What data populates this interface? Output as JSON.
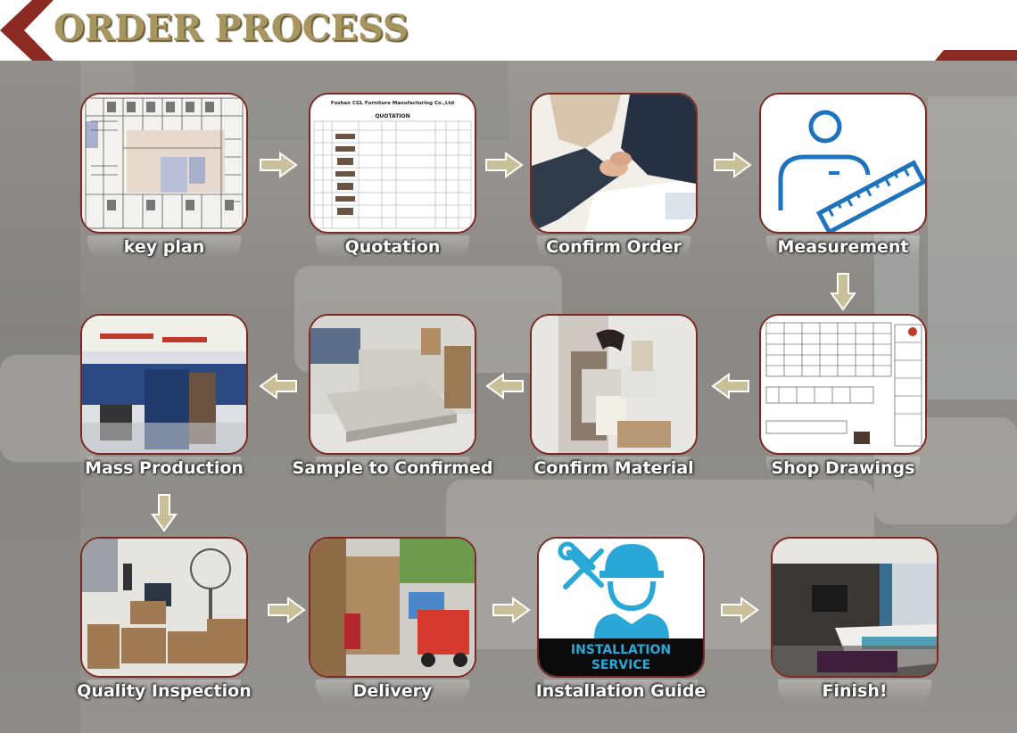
{
  "header": {
    "title": "ORDER PROCESS"
  },
  "steps": [
    {
      "id": "key-plan",
      "label": "key plan"
    },
    {
      "id": "quotation",
      "label": "Quotation",
      "doc_company": "Foshan CGL Furniture Manufacturing Co.,Ltd",
      "doc_heading": "QUOTATION"
    },
    {
      "id": "confirm-order",
      "label": "Confirm Order"
    },
    {
      "id": "measurement",
      "label": "Measurement"
    },
    {
      "id": "shop-drawings",
      "label": "Shop Drawings"
    },
    {
      "id": "confirm-material",
      "label": "Confirm Material"
    },
    {
      "id": "sample",
      "label": "Sample to Confirmed"
    },
    {
      "id": "mass-production",
      "label": "Mass Production"
    },
    {
      "id": "quality-inspection",
      "label": "Quality Inspection"
    },
    {
      "id": "delivery",
      "label": "Delivery"
    },
    {
      "id": "installation-guide",
      "label": "Installation Guide",
      "badge_line1": "INSTALLATION",
      "badge_line2": "SERVICE"
    },
    {
      "id": "finish",
      "label": "Finish!"
    }
  ],
  "colors": {
    "brand_red": "#8a2a22",
    "gold": "#a89660",
    "arrow": "#c9c09a",
    "blue_icon": "#1e73be"
  },
  "icons": [
    "chevron-arrow-icon",
    "right-arrow-icon",
    "down-arrow-icon",
    "left-arrow-icon",
    "measure-person-icon",
    "tools-icon",
    "worker-icon"
  ]
}
